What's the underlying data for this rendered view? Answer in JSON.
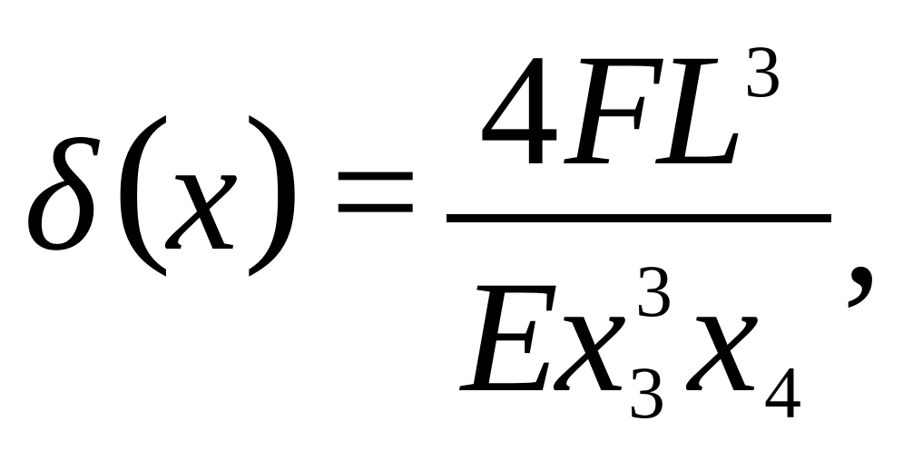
{
  "formula": {
    "lhs": {
      "symbol": "δ",
      "open_paren": "(",
      "variable": "x",
      "close_paren": ")"
    },
    "equals": "=",
    "numerator": {
      "coefficient": "4",
      "force": "F",
      "length": "L",
      "length_exponent": "3"
    },
    "denominator": {
      "modulus": "E",
      "var_a": "x",
      "var_a_subscript": "3",
      "var_a_exponent": "3",
      "var_b": "x",
      "var_b_subscript": "4"
    },
    "trailing": ","
  }
}
